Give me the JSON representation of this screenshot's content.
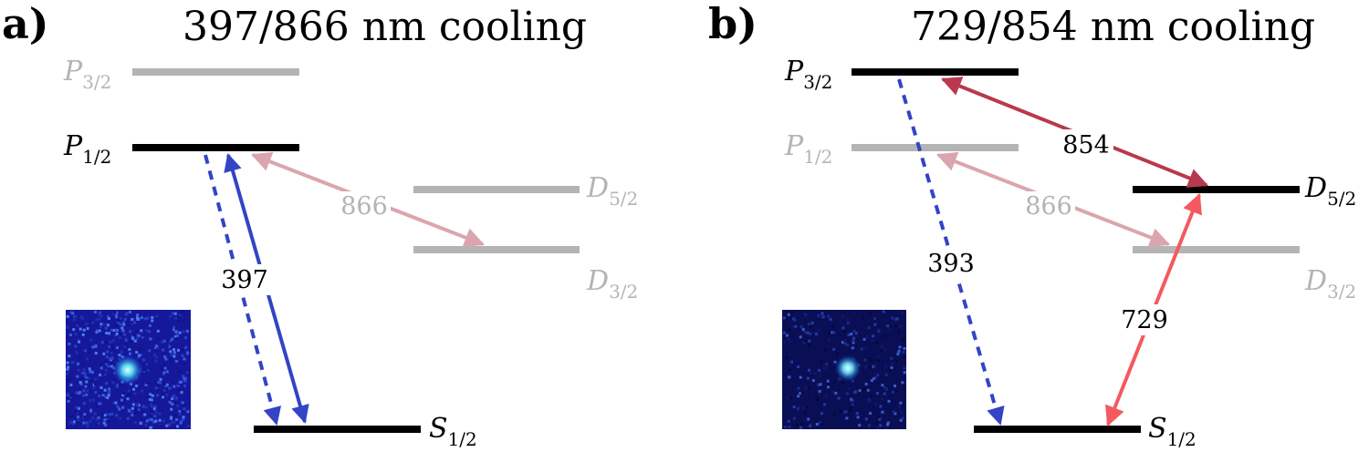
{
  "colors": {
    "active": "#000000",
    "inactive": "#b4b4b4",
    "blue": "#3344c4",
    "repump_faint": "#dba5ad",
    "dark_red": "#b8394e",
    "light_red": "#f35a5f"
  },
  "panel_a": {
    "letter": "a)",
    "title": "397/866 nm cooling",
    "levels": {
      "p32": {
        "main": "P",
        "sub": "3/2"
      },
      "p12": {
        "main": "P",
        "sub": "1/2"
      },
      "d52": {
        "main": "D",
        "sub": "5/2"
      },
      "d32": {
        "main": "D",
        "sub": "3/2"
      },
      "s12": {
        "main": "S",
        "sub": "1/2"
      }
    },
    "transitions": {
      "t397": "397",
      "t866": "866"
    }
  },
  "panel_b": {
    "letter": "b)",
    "title": "729/854 nm cooling",
    "levels": {
      "p32": {
        "main": "P",
        "sub": "3/2"
      },
      "p12": {
        "main": "P",
        "sub": "1/2"
      },
      "d52": {
        "main": "D",
        "sub": "5/2"
      },
      "d32": {
        "main": "D",
        "sub": "3/2"
      },
      "s12": {
        "main": "S",
        "sub": "1/2"
      }
    },
    "transitions": {
      "t393": "393",
      "t854": "854",
      "t866": "866",
      "t729": "729"
    }
  }
}
